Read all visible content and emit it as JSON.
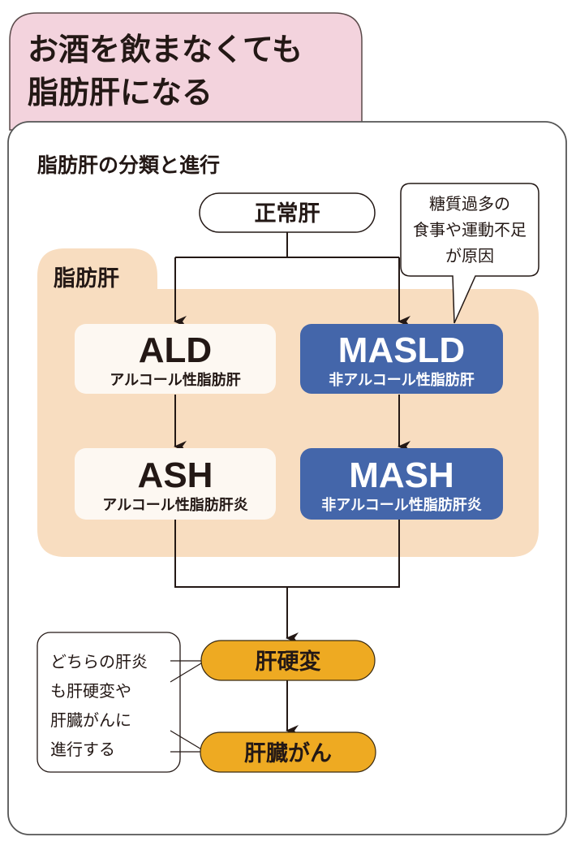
{
  "title": {
    "line1": "お酒を飲まなくても",
    "line2": "脂肪肝になる"
  },
  "subtitle": "脂肪肝の分類と進行",
  "colors": {
    "title_bg": "#f3d3dd",
    "fatty_bg": "#f8ddc0",
    "alcohol_box": "#fdf8f2",
    "nonalcohol_box": "#4466aa",
    "late_stage": "#eeaa22",
    "text_dark": "#231815",
    "line": "#231815"
  },
  "nodes": {
    "normal": "正常肝",
    "fatty_group_label": "脂肪肝",
    "ald": {
      "abbr": "ALD",
      "desc": "アルコール性脂肪肝"
    },
    "masld": {
      "abbr": "MASLD",
      "desc": "非アルコール性脂肪肝"
    },
    "ash": {
      "abbr": "ASH",
      "desc": "アルコール性脂肪肝炎"
    },
    "mash": {
      "abbr": "MASH",
      "desc": "非アルコール性脂肪肝炎"
    },
    "cirrhosis": "肝硬変",
    "cancer": "肝臓がん"
  },
  "callouts": {
    "cause": [
      "糖質過多の",
      "食事や運動不足",
      "が原因"
    ],
    "progression": [
      "どちらの肝炎",
      "も肝硬変や",
      "肝臓がんに",
      "進行する"
    ]
  }
}
